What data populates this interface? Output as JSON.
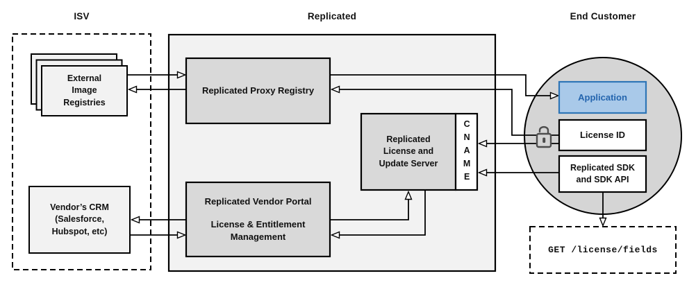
{
  "sections": {
    "isv": "ISV",
    "replicated": "Replicated",
    "end_customer": "End Customer"
  },
  "nodes": {
    "external_image_registries": {
      "lines": [
        "External",
        "Image",
        "Registries"
      ]
    },
    "vendors_crm": {
      "lines": [
        "Vendor’s CRM",
        "(Salesforce,",
        "Hubspot, etc)"
      ]
    },
    "proxy_registry": {
      "label": "Replicated Proxy Registry"
    },
    "license_update_server": {
      "lines": [
        "Replicated",
        "License and",
        "Update Server"
      ]
    },
    "cname": {
      "label": "CNAME"
    },
    "vendor_portal": {
      "title": "Replicated Vendor Portal",
      "subtitle_lines": [
        "License & Entitlement",
        "Management"
      ]
    },
    "application": {
      "label": "Application"
    },
    "license_id": {
      "label": "License ID"
    },
    "replicated_sdk": {
      "lines": [
        "Replicated SDK",
        "and SDK API"
      ]
    },
    "get_license_fields": {
      "label": "GET /license/fields"
    }
  },
  "icons": {
    "padlock": "unlocked-padlock-icon"
  },
  "edges": [
    {
      "from": "external_image_registries",
      "to": "proxy_registry"
    },
    {
      "from": "proxy_registry",
      "to": "external_image_registries"
    },
    {
      "from": "proxy_registry",
      "to": "application"
    },
    {
      "from": "license_id",
      "to": "proxy_registry"
    },
    {
      "from": "license_id",
      "to": "cname"
    },
    {
      "from": "replicated_sdk",
      "to": "cname"
    },
    {
      "from": "replicated_sdk",
      "to": "get_license_fields"
    },
    {
      "from": "vendor_portal",
      "to": "vendors_crm"
    },
    {
      "from": "vendors_crm",
      "to": "vendor_portal"
    },
    {
      "from": "vendor_portal",
      "to": "license_update_server"
    },
    {
      "from": "license_update_server",
      "to": "vendor_portal"
    }
  ],
  "colors": {
    "container_fill": "#F2F2F2",
    "node_fill": "#D9D9D9",
    "light_node_fill": "#F2F2F2",
    "circle_fill": "#D5D5D5",
    "white_fill": "#FFFFFF",
    "application_fill": "#A9C9E9",
    "application_border": "#2E75B6",
    "application_text": "#2465AE",
    "line": "#000000",
    "padlock_stroke": "#4D4D4D"
  }
}
